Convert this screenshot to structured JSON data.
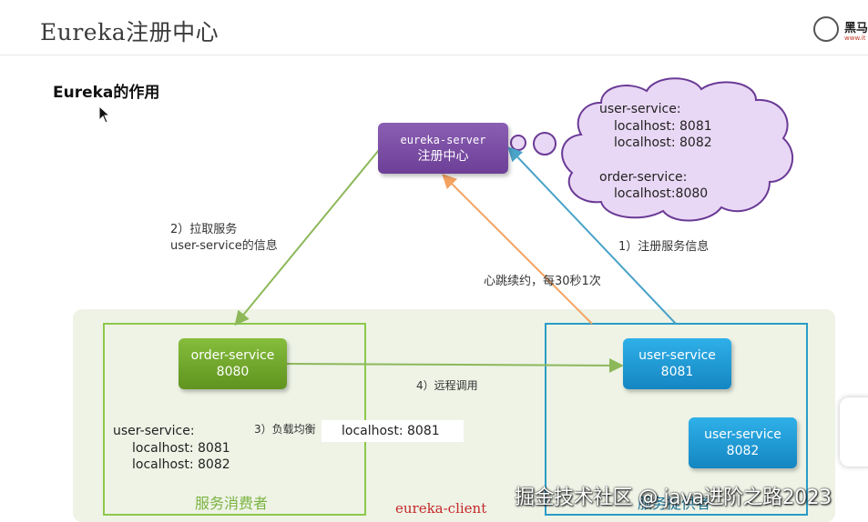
{
  "slide": {
    "title": "Eureka注册中心",
    "heading": "Eureka的作用",
    "logo_text": "黑马",
    "logo_sub": "www.it"
  },
  "nodes": {
    "server_line1": "eureka-server",
    "server_line2": "注册中心",
    "order_line1": "order-service",
    "order_line2": "8080",
    "user1_line1": "user-service",
    "user1_line2": "8081",
    "user2_line1": "user-service",
    "user2_line2": "8082"
  },
  "cloud": {
    "lines": [
      "user-service:",
      "localhost: 8081",
      "localhost: 8082",
      "order-service:",
      "localhost:8080"
    ]
  },
  "labels": {
    "pull_line1": "2）拉取服务",
    "pull_line2": "user-service的信息",
    "register": "1）注册服务信息",
    "heartbeat": "心跳续约，每30秒1次",
    "remote_call": "4）远程调用",
    "load_balance": "3）负载均衡"
  },
  "consumer": {
    "list": [
      "user-service:",
      "localhost: 8081",
      "localhost: 8082"
    ],
    "selected": "localhost: 8081",
    "title": "服务消费者"
  },
  "provider": {
    "title": "服务提供者"
  },
  "client_label": "eureka-client",
  "watermark": "掘金技术社区 @ java进阶之路2023",
  "colors": {
    "server": "#6d3f97",
    "consumer": "#7cb342",
    "provider": "#1b8fc8",
    "heartbeat": "#f4a261",
    "cloud": "#e9d8f5"
  }
}
